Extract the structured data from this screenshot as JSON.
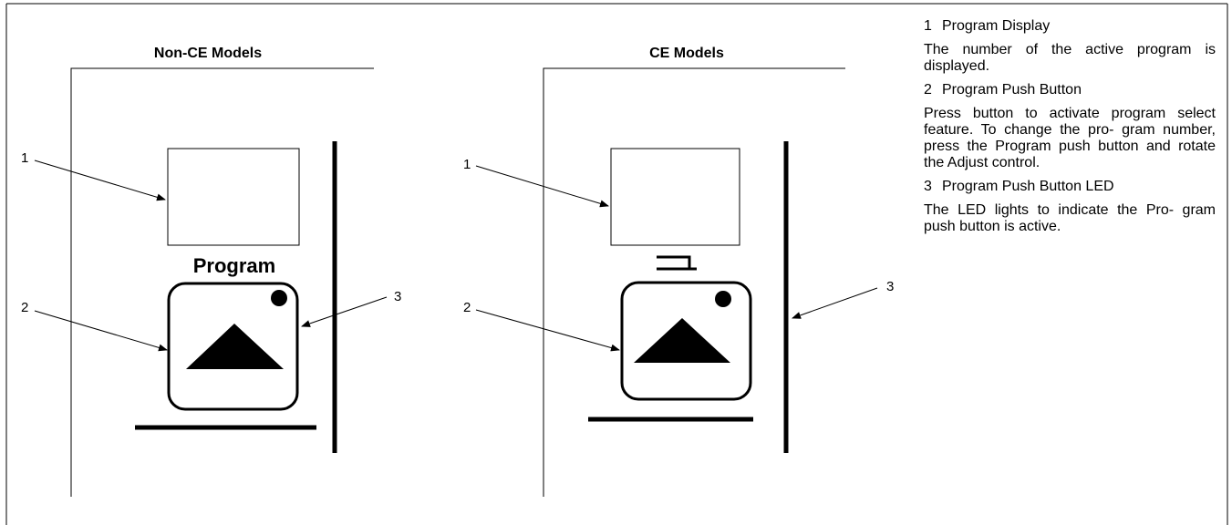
{
  "non_ce": {
    "title": "Non-CE Models",
    "program_label": "Program",
    "callouts": [
      "1",
      "2",
      "3"
    ]
  },
  "ce": {
    "title": "CE Models",
    "callouts": [
      "1",
      "2",
      "3"
    ]
  },
  "legend": [
    {
      "number": "1",
      "title": "Program Display",
      "description": "The number of the active program is displayed."
    },
    {
      "number": "2",
      "title": "Program Push Button",
      "description": "Press button to activate program select feature. To change the pro- gram number, press the Program push button and rotate the Adjust control."
    },
    {
      "number": "3",
      "title": "Program Push Button LED",
      "description": "The LED lights to indicate the Pro- gram push button is active."
    }
  ],
  "colors": {
    "ink": "#000000",
    "background": "#ffffff"
  }
}
